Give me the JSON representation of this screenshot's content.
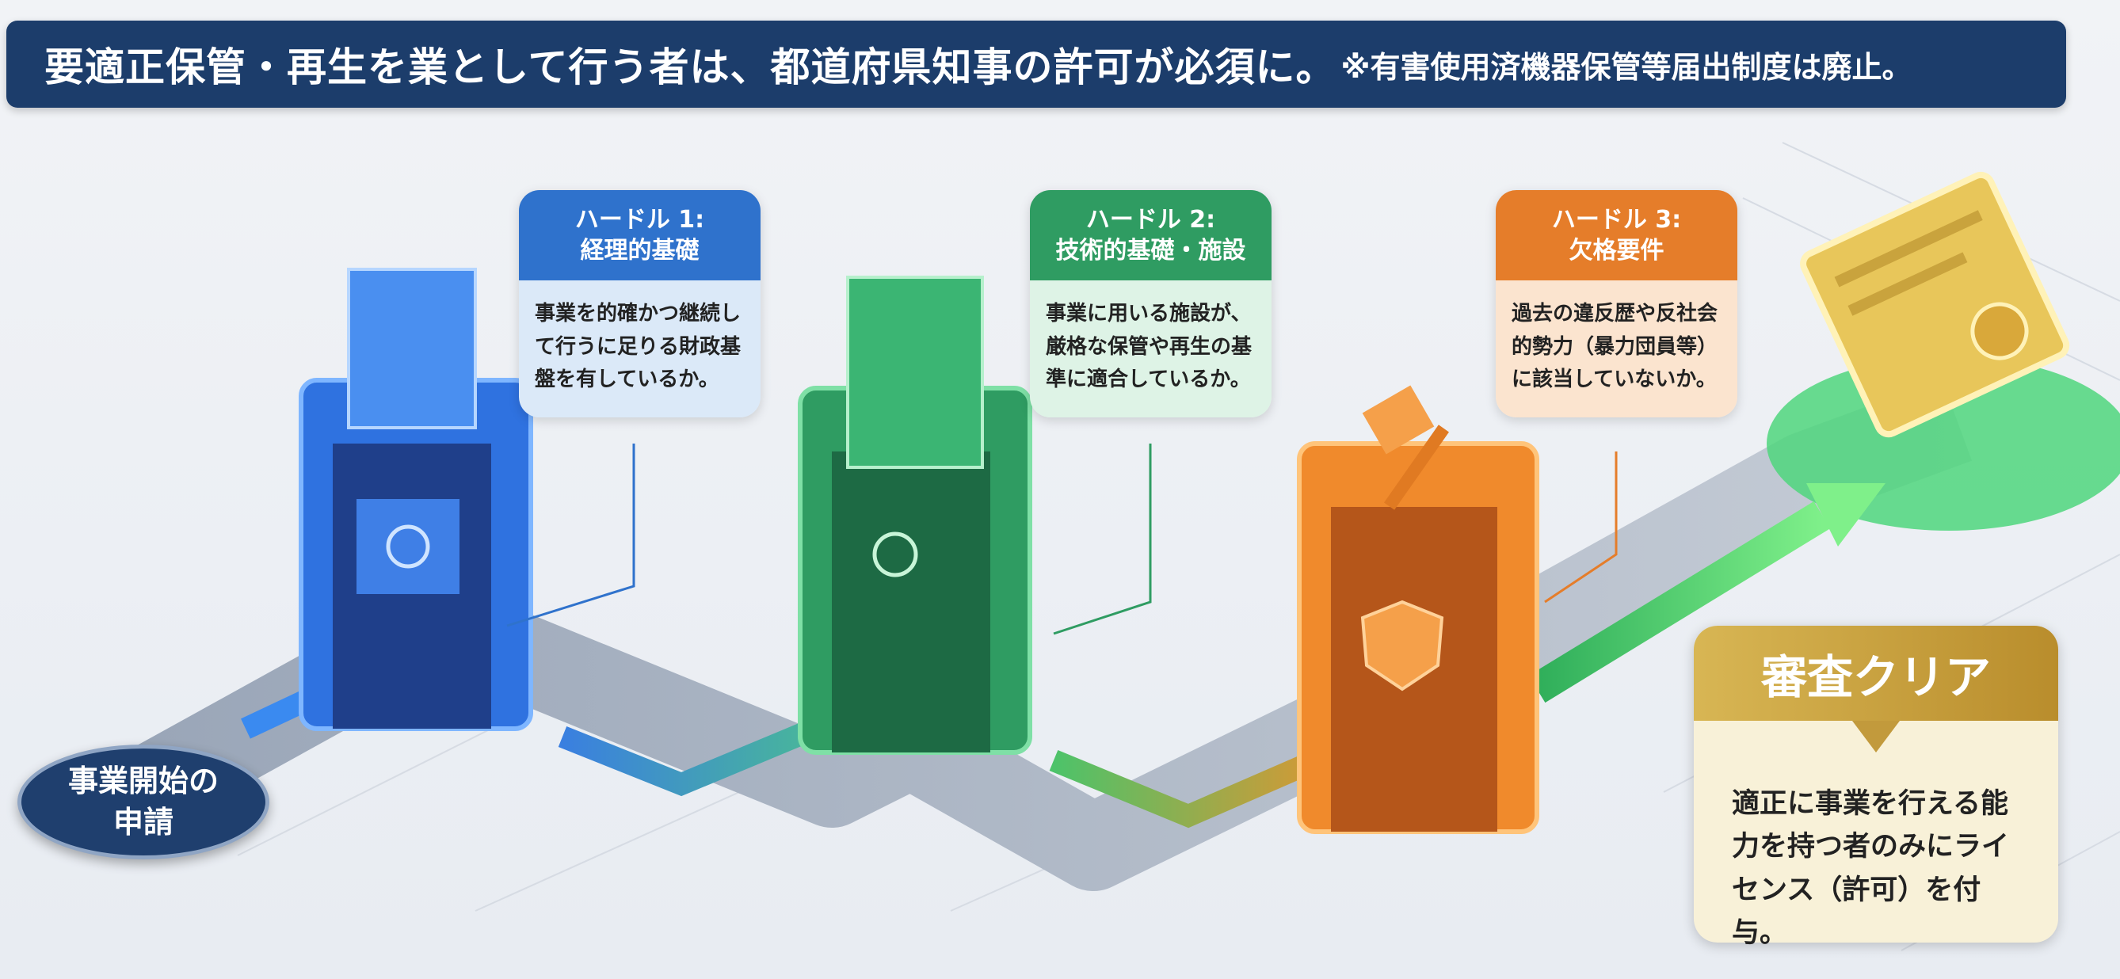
{
  "header": {
    "title": "要適正保管・再生を業として行う者は、都道府県知事の許可が必須に。",
    "note": "※有害使用済機器保管等届出制度は廃止。"
  },
  "start": {
    "line1": "事業開始の",
    "line2": "申請"
  },
  "hurdles": [
    {
      "title1": "ハードル 1:",
      "title2": "経理的基礎",
      "body": "事業を的確かつ継続して行うに足りる財政基盤を有しているか。",
      "color": "#2f72cc"
    },
    {
      "title1": "ハードル 2:",
      "title2": "技術的基礎・施設",
      "body": "事業に用いる施設が、厳格な保管や再生の基準に適合しているか。",
      "color": "#2f9c62"
    },
    {
      "title1": "ハードル 3:",
      "title2": "欠格要件",
      "body": "過去の違反歴や反社会的勢力（暴力団員等）に該当していないか。",
      "color": "#e57d2a"
    }
  ],
  "result": {
    "title": "審査クリア",
    "body": "適正に事業を行える能力を持つ者のみにライセンス（許可）を付与。"
  }
}
